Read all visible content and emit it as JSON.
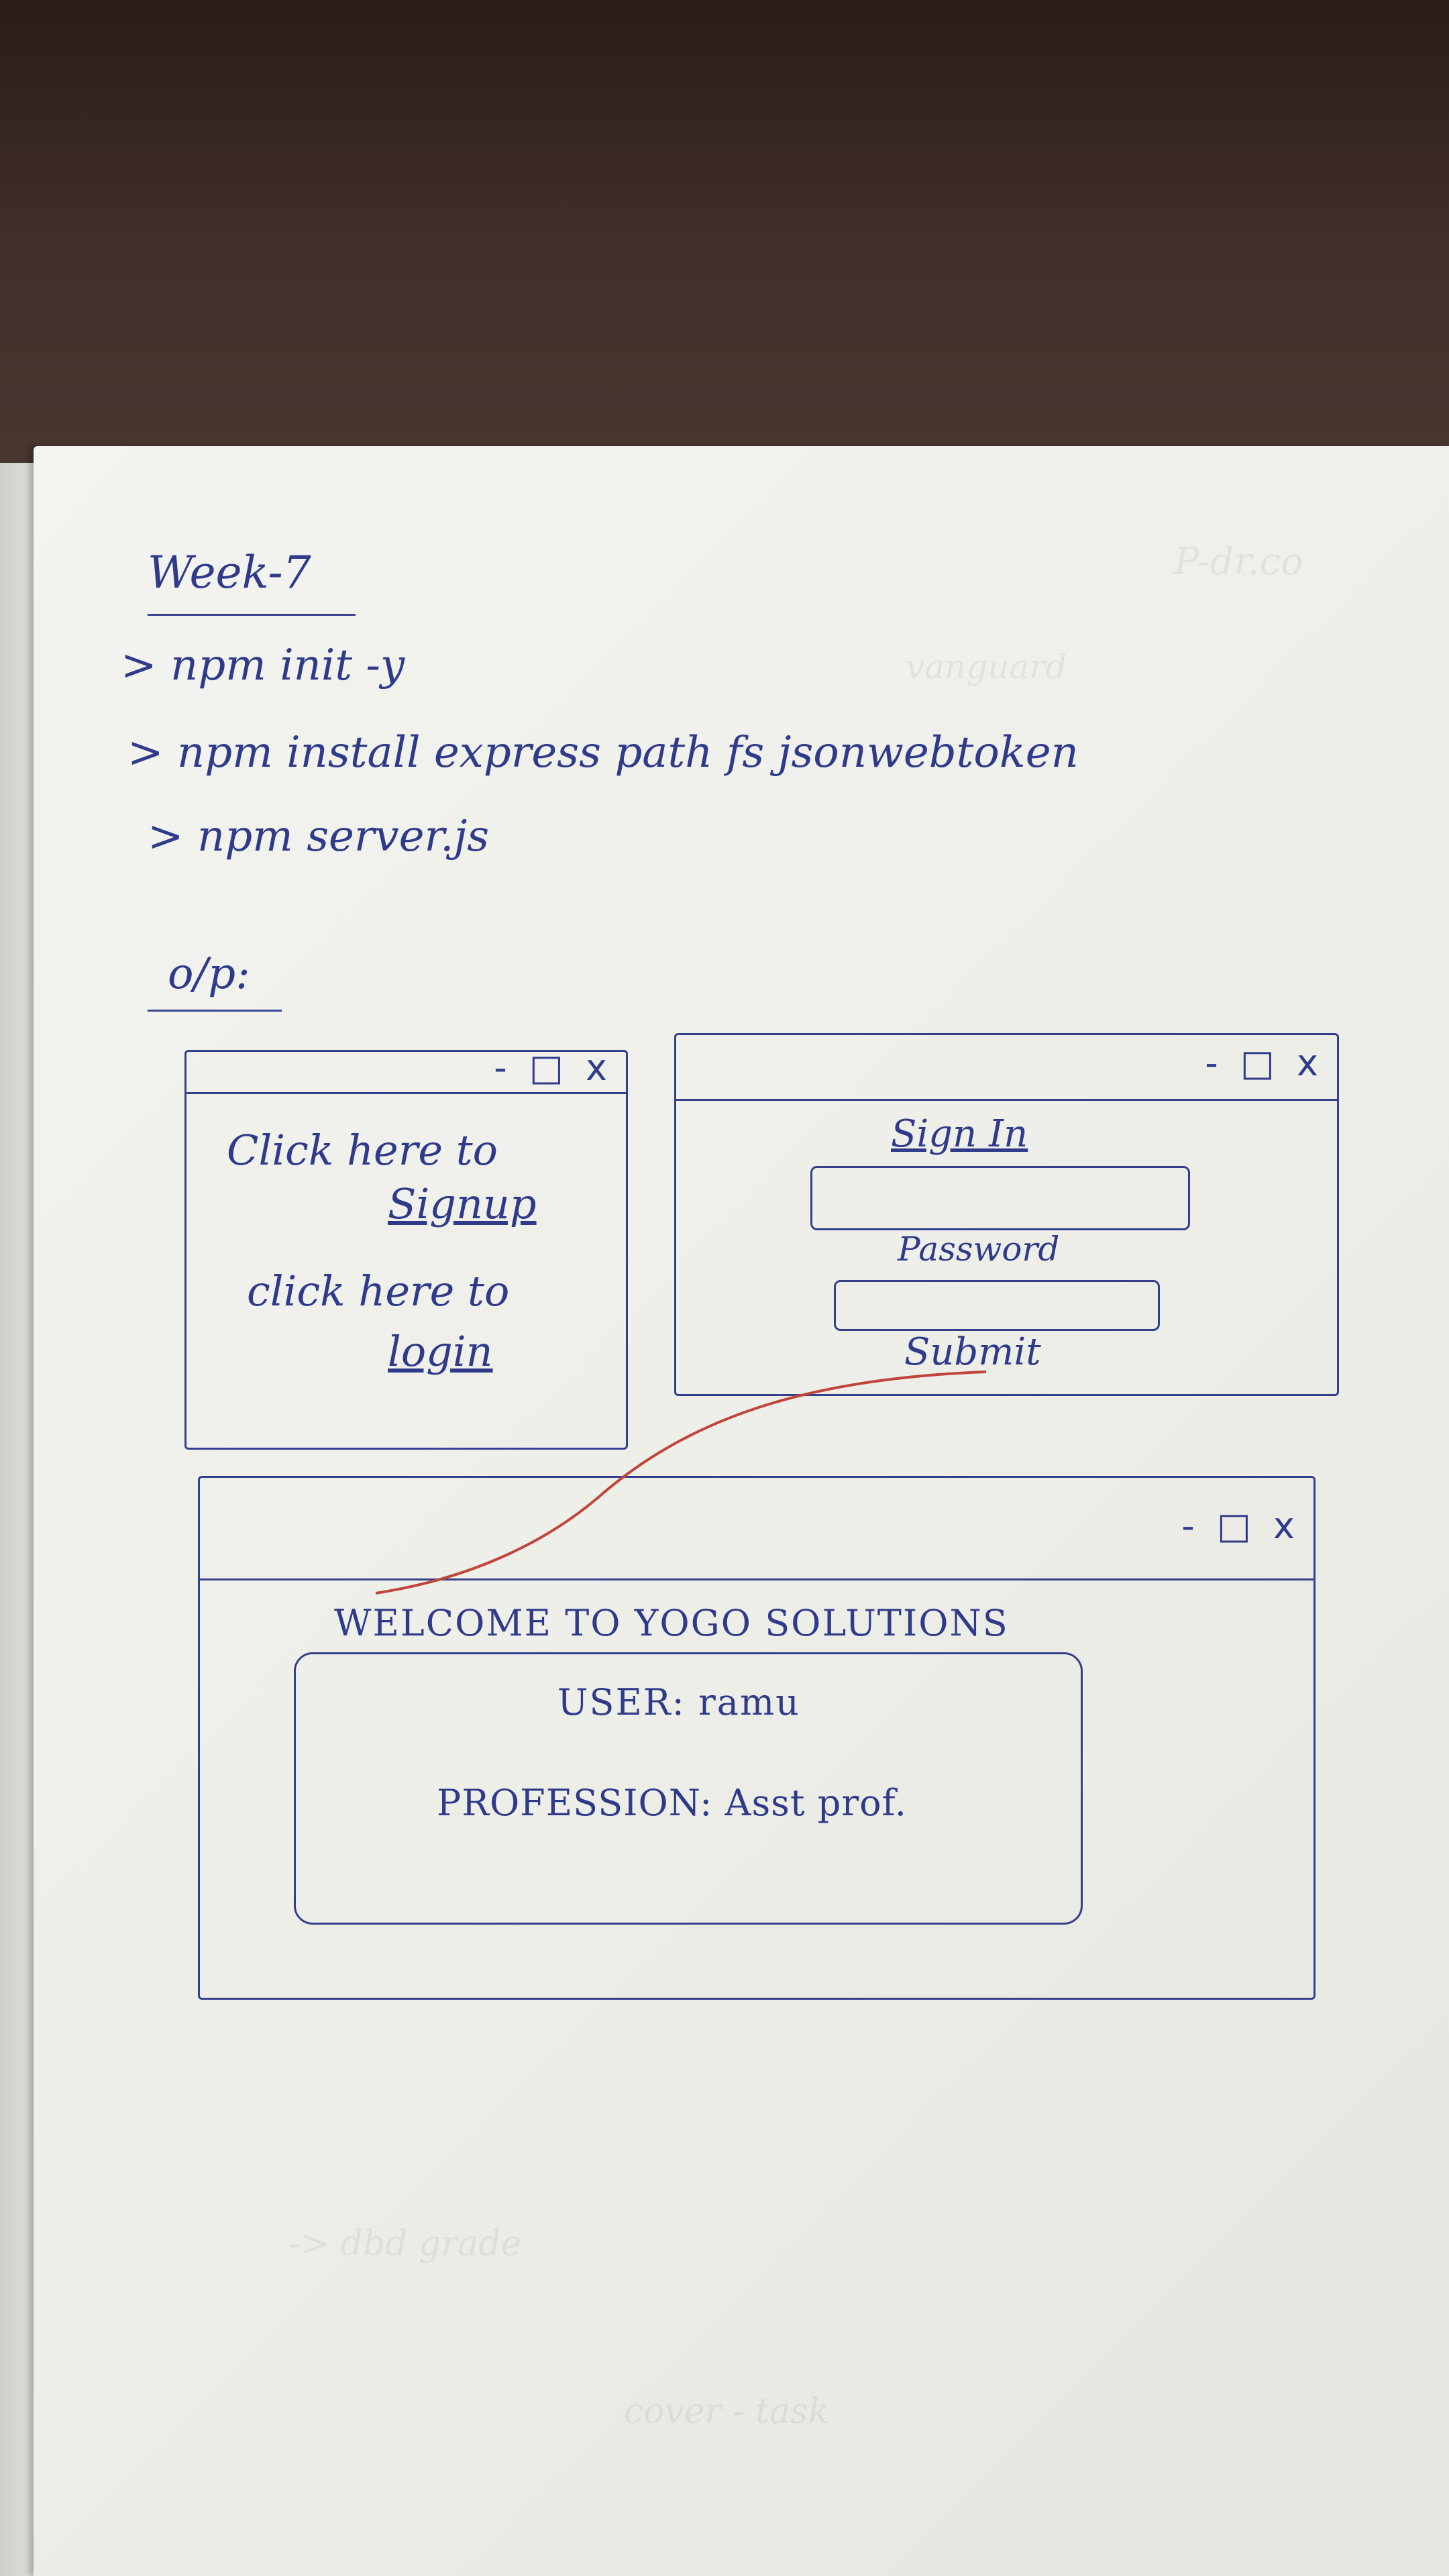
{
  "notebook": {
    "title": "Week-7",
    "commands": [
      "> npm init -y",
      "> npm install express path fs jsonwebtoken",
      "> npm server.js"
    ],
    "output_label": "o/p:"
  },
  "window_controls": "- □ x",
  "menu_window": {
    "signup_link": "Click here to Signup",
    "signup_line1": "Click here to",
    "signup_line2": "Signup",
    "login_line1": "click here to",
    "login_line2": "login"
  },
  "signin_window": {
    "heading": "Sign In",
    "password_label": "Password",
    "submit_label": "Submit"
  },
  "welcome_window": {
    "heading": "WELCOME TO YOGO SOLUTIONS",
    "user_line": "USER: ramu",
    "profession_line": "PROFESSION: Asst prof."
  },
  "colors": {
    "ink": "#2f3b8a",
    "connector": "#c0453a",
    "paper": "#efefea"
  }
}
